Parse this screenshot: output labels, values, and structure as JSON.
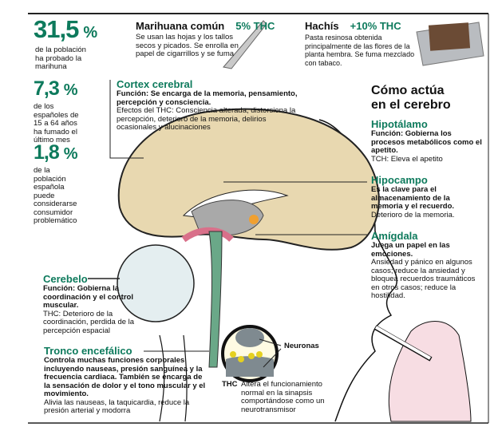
{
  "stats": [
    {
      "value": "31,5",
      "unit": "%",
      "text": "de la población ha probado la marihuna"
    },
    {
      "value": "7,3",
      "unit": "%",
      "text": "de los españoles de 15 a 64 años ha fumado el último mes"
    },
    {
      "value": "1,8",
      "unit": "%",
      "text": "de la población española puede considerarse consumidor problemático"
    }
  ],
  "products": [
    {
      "name": "Marihuana común",
      "thc": "5% THC",
      "text": "Se usan las hojas y los tallos secos y picados. Se enrolla en papel de cigarrillos y se fuma"
    },
    {
      "name": "Hachís",
      "thc": "+10% THC",
      "text": "Pasta resinosa obtenida principalmente de las flores de la planta hembra. Se fuma mezclado con tabaco."
    }
  ],
  "cortex": {
    "title": "Cortex cerebral",
    "funcion": "Función: Se encarga de la memoria, pensamiento, percepción y consciencia.",
    "efectos": "Efectos del THC: Consciencia alterada, distorsiona la percepción, deterioro de la memoria, delirios ocasionales y alucinaciones"
  },
  "heading": {
    "line1": "Cómo actúa",
    "line2": "en el cerebro"
  },
  "hipotalamo": {
    "title": "Hipotálamo",
    "funcion": "Función: Gobierna los procesos metabólicos como el apetito.",
    "efecto": "TCH: Eleva el apetito"
  },
  "hipocampo": {
    "title": "Hipocampo",
    "funcion": "Es la clave para el almacenamiento de la memoria y el recuerdo.",
    "efecto": "Deterioro de la memoria."
  },
  "amigdala": {
    "title": "Amígdala",
    "funcion": "Juega un papel en las emociones.",
    "efecto": "Ansiedad y pánico en algunos casos; reduce la ansiedad y bloquea recuerdos traumáticos en otros casos; reduce la hostilidad."
  },
  "cerebelo": {
    "title": "Cerebelo",
    "funcion": "Función: Gobierna la coordinación y el control muscular.",
    "efecto": "THC: Deterioro de la coordinación, perdida de la percepción espacial"
  },
  "tronco": {
    "title": "Tronco encefálico",
    "funcion": "Controla muchas funciones corporales incluyendo nauseas, presión sanguínea y la frecuencia cardiaca. También se encarga de la sensación de dolor y el tono muscular y el movimiento.",
    "efecto": "Alivia las nauseas, la taquicardia, reduce la presión arterial y modorra"
  },
  "synapse": {
    "neuronas": "Neuronas",
    "thc": "THC",
    "text": "Altera el funcionamiento normal en la sinapsis comportándose como un neurotransmisor"
  },
  "colors": {
    "accent": "#0d7a5c",
    "brain": "#e8d8b0",
    "stem": "#6aa888",
    "limbic": "#d9708a"
  }
}
